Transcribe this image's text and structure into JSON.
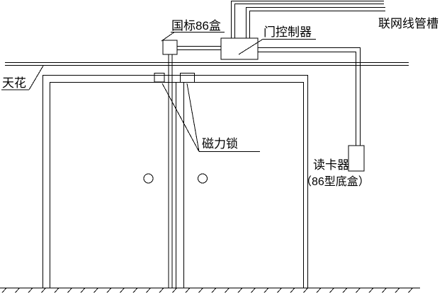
{
  "diagram": {
    "background_color": "#ffffff",
    "line_color": "#000000",
    "labels": {
      "ceiling": "天花",
      "standard_86_box": "国标86盒",
      "door_controller": "门控制器",
      "network_conduit": "联网线管槽",
      "magnetic_lock": "磁力锁",
      "card_reader": "读卡器",
      "reader_bottom_box": "（86型底盒）"
    }
  }
}
